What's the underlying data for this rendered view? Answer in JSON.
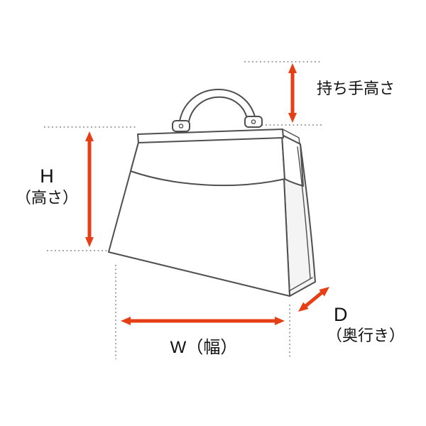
{
  "diagram": {
    "labels": {
      "handle_height": "持ち手高さ",
      "height_abbr": "H",
      "height_name": "（高さ）",
      "width": "W（幅）",
      "depth_abbr": "D",
      "depth_name": "（奥行き）"
    },
    "colors": {
      "arrow": "#e63e15",
      "outline": "#4f4f4f",
      "guide": "#8a8a8a",
      "text": "#111111",
      "background": "#ffffff"
    }
  }
}
